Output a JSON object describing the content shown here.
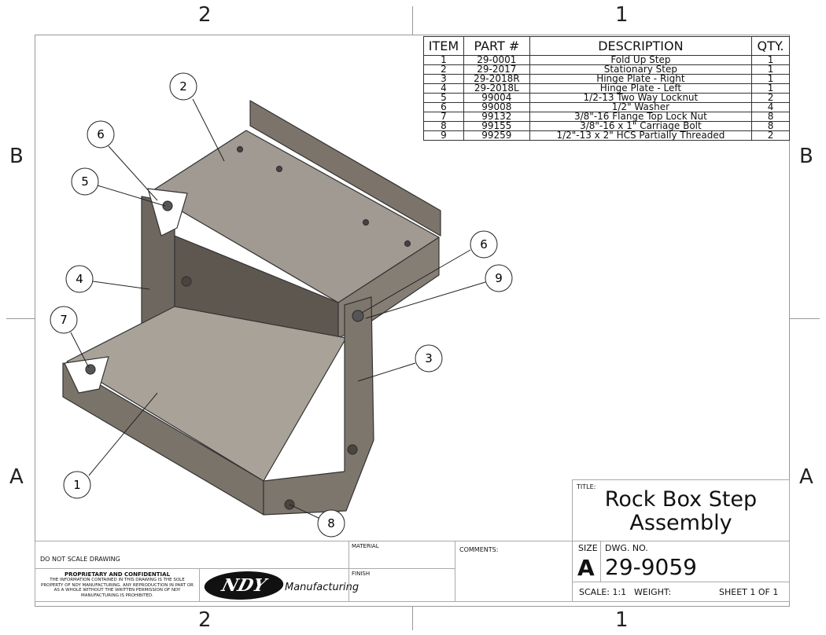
{
  "zones": {
    "top": [
      "2",
      "1"
    ],
    "bottom": [
      "2",
      "1"
    ],
    "left": [
      "B",
      "A"
    ],
    "right": [
      "B",
      "A"
    ]
  },
  "bom": {
    "headers": [
      "ITEM",
      "PART #",
      "DESCRIPTION",
      "QTY."
    ],
    "rows": [
      [
        "1",
        "29-0001",
        "Fold Up Step",
        "1"
      ],
      [
        "2",
        "29-2017",
        "Stationary Step",
        "1"
      ],
      [
        "3",
        "29-2018R",
        "Hinge Plate - Right",
        "1"
      ],
      [
        "4",
        "29-2018L",
        "Hinge Plate - Left",
        "1"
      ],
      [
        "5",
        "99004",
        "1/2-13 Two Way Locknut",
        "2"
      ],
      [
        "6",
        "99008",
        "1/2\" Washer",
        "4"
      ],
      [
        "7",
        "99132",
        "3/8\"-16 Flange Top Lock Nut",
        "8"
      ],
      [
        "8",
        "99155",
        "3/8\"-16 x 1\" Carriage Bolt",
        "8"
      ],
      [
        "9",
        "99259",
        "1/2\"-13 x 2\" HCS Partially Threaded",
        "2"
      ]
    ]
  },
  "balloons": [
    "2",
    "6",
    "5",
    "4",
    "7",
    "1",
    "6",
    "9",
    "3",
    "8"
  ],
  "title_block": {
    "title_label": "TITLE:",
    "title_line1": "Rock Box Step",
    "title_line2": "Assembly",
    "size_label": "SIZE",
    "size": "A",
    "dwg_label": "DWG.  NO.",
    "dwg_no": "29-9059",
    "scale": "SCALE: 1:1",
    "weight": "WEIGHT:",
    "sheet": "SHEET 1 OF 1",
    "material": "MATERIAL",
    "finish": "FINISH",
    "comments": "COMMENTS:",
    "do_not_scale": "DO NOT SCALE DRAWING",
    "prop_title": "PROPRIETARY AND CONFIDENTIAL",
    "prop_text": "THE INFORMATION CONTAINED IN THIS DRAWING IS THE SOLE PROPERTY OF NDY MANUFACTURING. ANY REPRODUCTION IN PART OR AS A WHOLE WITHOUT THE WRITTEN PERMISSION OF NDY MANUFACTURING IS PROHIBITED.",
    "logo_text": "NDY",
    "logo_sub": "Manufacturing"
  }
}
